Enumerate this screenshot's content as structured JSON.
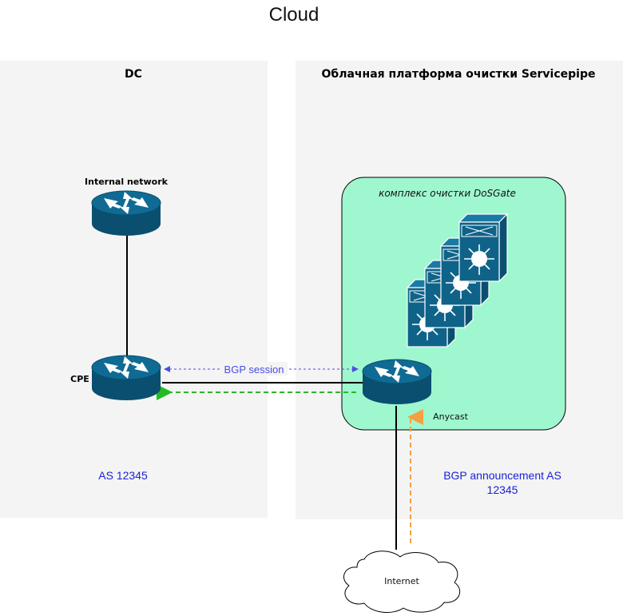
{
  "title": "Cloud",
  "dc": {
    "label": "DC",
    "internal_network": "Internal network",
    "cpe": "CPE",
    "as": "AS 12345"
  },
  "cloud_platform": {
    "label": "Облачная платформа очистки Servicepipe",
    "complex": "комплекс очистки DoSGate",
    "anycast": "Anycast",
    "announcement": [
      "BGP announcement AS",
      "12345"
    ]
  },
  "bgp_session": "BGP session",
  "internet": "Internet",
  "colors": {
    "panel": "#f4f4f4",
    "complex": "#9ff7cf",
    "router": "#0d6289",
    "session": "#4a4fe0",
    "traffic_green": "#22bb22",
    "traffic_orange": "#f5a040",
    "label_blue": "#1a22d8"
  }
}
